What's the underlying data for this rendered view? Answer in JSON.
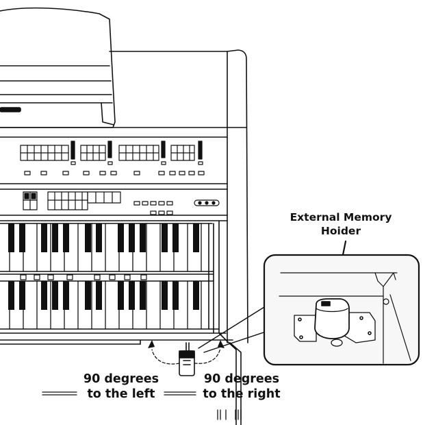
{
  "labels": {
    "holder_line1": "External Memory",
    "holder_line2": "Hoider",
    "left_line1": "90 degrees",
    "left_line2": "to the left",
    "right_line1": "90 degrees",
    "right_line2": "to the right"
  },
  "icons": [
    "organ-console-icon",
    "usb-memory-icon",
    "memory-holder-icon",
    "rotation-arrow-icon"
  ],
  "colors": {
    "line": "#111111",
    "background": "#ffffff",
    "panel_fill": "#f7f7f7"
  }
}
